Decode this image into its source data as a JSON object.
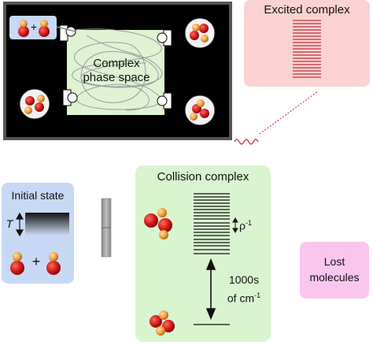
{
  "top_panel": {
    "complex_label_line1": "Complex",
    "complex_label_line2": "phase space"
  },
  "excited_box": {
    "title": "Excited complex"
  },
  "initial_state": {
    "title": "Initial state",
    "temp_symbol": "T",
    "plus": "+"
  },
  "collision_box": {
    "title": "Collision complex",
    "density_label": "ρ",
    "density_exp": "-1",
    "energy_line1": "1000s",
    "energy_line2": "of cm",
    "energy_exp": "-1"
  },
  "lost_box": {
    "line1": "Lost",
    "line2": "molecules"
  },
  "molecule_pair_plus": "+",
  "colors": {
    "red_atom": "#d02020",
    "orange_atom": "#f0a040",
    "excited_fill": "#fbd2d2",
    "excited_lines": "#c0303a",
    "collision_fill": "#d9f5cf",
    "initial_fill": "#c7d9f5",
    "lost_fill": "#f9c6f0",
    "phase_fill": "#dff3d3"
  }
}
